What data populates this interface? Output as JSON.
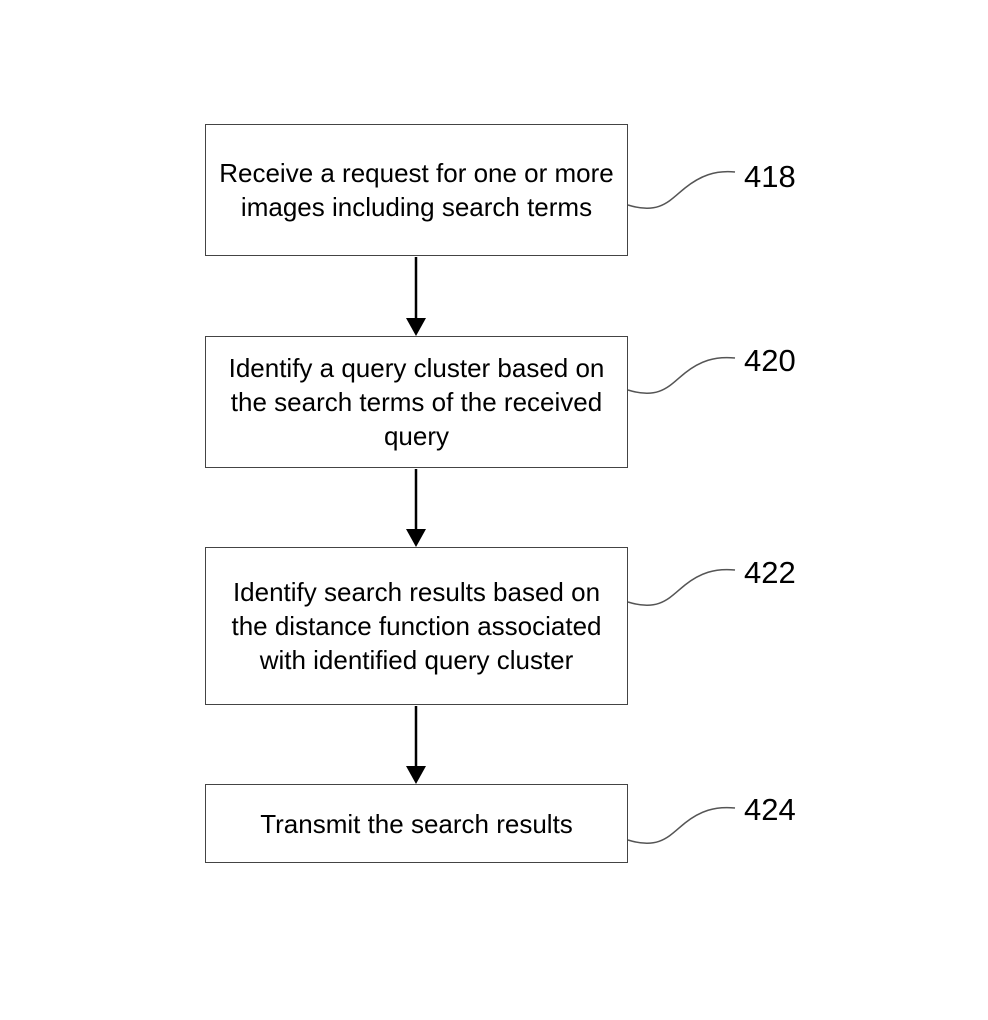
{
  "steps": [
    {
      "ref": "418",
      "text": "Receive a request for one or more images including search terms"
    },
    {
      "ref": "420",
      "text": "Identify a query cluster based on the search terms of the received query"
    },
    {
      "ref": "422",
      "text": "Identify search results based on the distance function associated with identified query cluster"
    },
    {
      "ref": "424",
      "text": "Transmit the search results"
    }
  ],
  "colors": {
    "box_border": "#444444",
    "arrow": "#000000",
    "leader": "#555555"
  }
}
